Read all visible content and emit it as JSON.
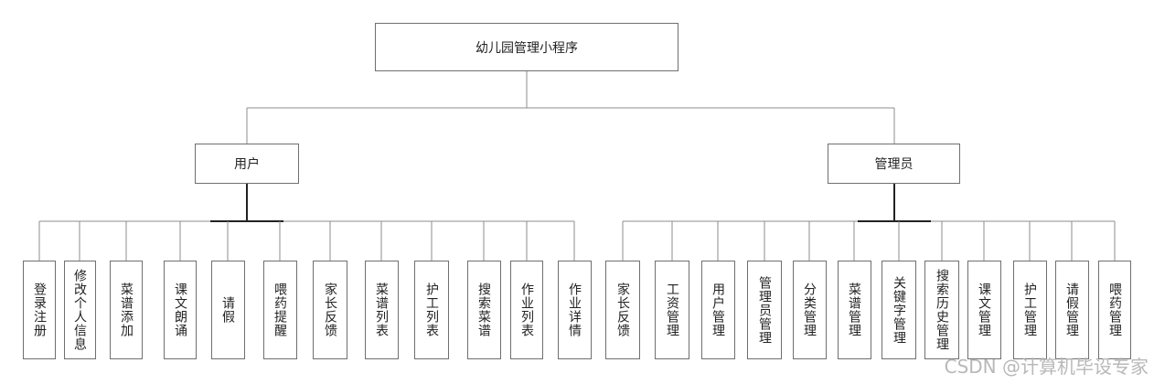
{
  "root": "幼儿园管理小程序",
  "branches": [
    {
      "label": "用户",
      "items": [
        "登录注册",
        "修改个人信息",
        "菜谱添加",
        "课文朗诵",
        "请假",
        "喂药提醒",
        "家长反馈",
        "菜谱列表",
        "护工列表",
        "搜索菜谱",
        "作业列表",
        "作业详情"
      ]
    },
    {
      "label": "管理员",
      "items": [
        "家长反馈",
        "工资管理",
        "用户管理",
        "管理员管理",
        "分类管理",
        "菜谱管理",
        "关键字管理",
        "搜索历史管理",
        "课文管理",
        "护工管理",
        "请假管理",
        "喂药管理"
      ]
    }
  ],
  "watermark": "CSDN @计算机毕设专家"
}
